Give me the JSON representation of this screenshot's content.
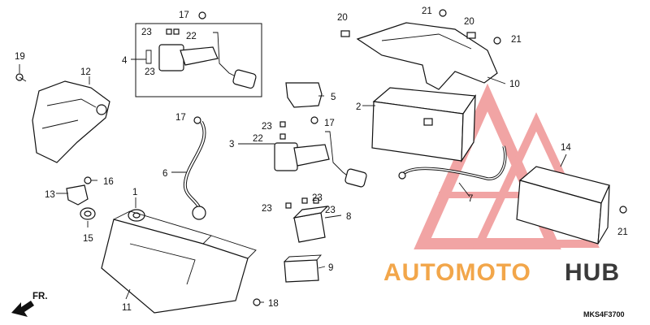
{
  "diagram": {
    "code": "MKS4F3700",
    "front_label": "FR.",
    "watermark": {
      "brand_part1": "AUTOMOTO",
      "brand_part2": "HUB",
      "color_main": "#f2a64a",
      "color_dark": "#3a3a3a",
      "logo_color": "#e65a5a"
    },
    "labels": {
      "n1": "1",
      "n2": "2",
      "n3": "3",
      "n4": "4",
      "n5": "5",
      "n6": "6",
      "n7": "7",
      "n8": "8",
      "n9": "9",
      "n10": "10",
      "n11": "11",
      "n12": "12",
      "n13": "13",
      "n14": "14",
      "n15": "15",
      "n16": "16",
      "n17": "17",
      "n18": "18",
      "n19": "19",
      "n20": "20",
      "n21": "21",
      "n22": "22",
      "n23": "23"
    }
  }
}
